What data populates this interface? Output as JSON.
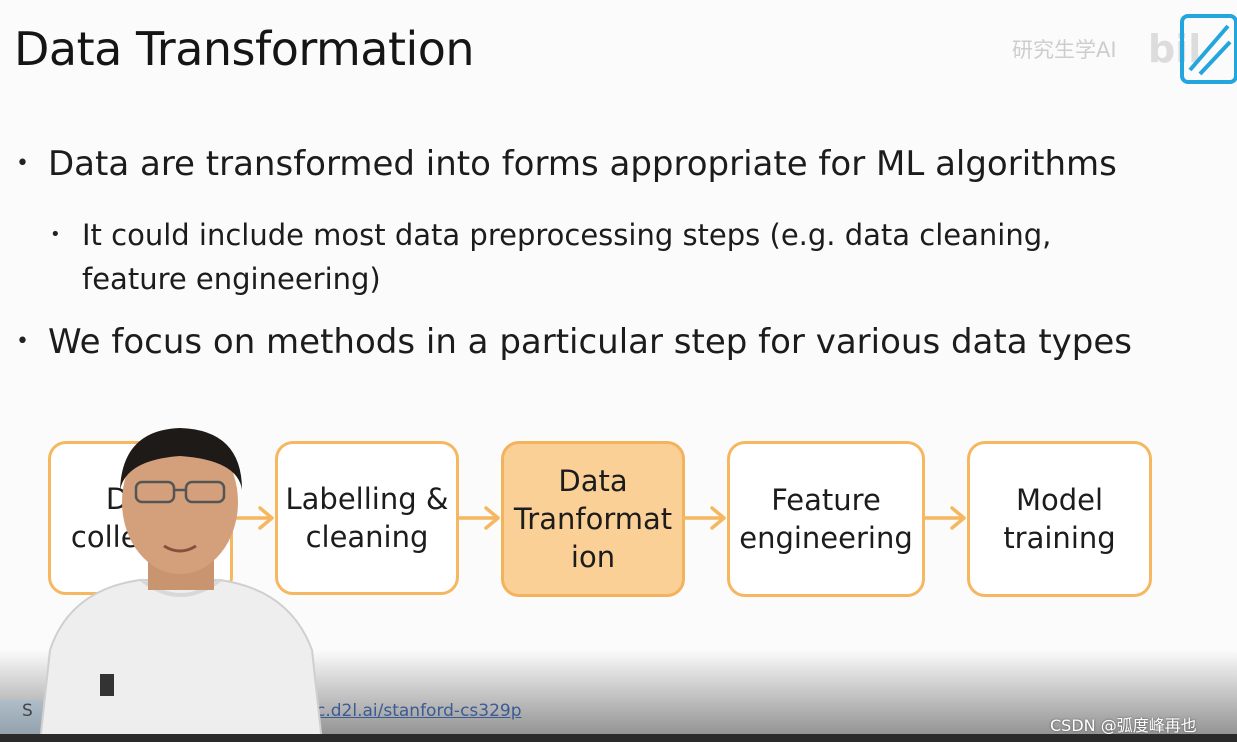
{
  "slide": {
    "title": "Data Transformation",
    "watermark": "研究生学AI",
    "bullets": [
      {
        "text": "Data are transformed into forms appropriate for ML algorithms"
      },
      {
        "text_line1": "It could include most data preprocessing steps (e.g. data cleaning,",
        "text_line2": "feature engineering)"
      },
      {
        "text": "We focus on methods in a particular step for various data types"
      }
    ],
    "pipeline": [
      {
        "line1": "Data",
        "line2": "collection"
      },
      {
        "line1": "Labelling &",
        "line2": "cleaning"
      },
      {
        "line1": "Data",
        "line2": "Tranformat",
        "line3": "ion"
      },
      {
        "line1": "Feature",
        "line2": "engineering"
      },
      {
        "line1": "Model",
        "line2": "training"
      }
    ],
    "link_prefix": "S",
    "link": "c.d2l.ai/stanford-cs329p"
  },
  "overlay": {
    "csdn_watermark": "CSDN @弧度峰再也"
  },
  "colors": {
    "box_border": "#f5b861",
    "active_fill": "#fad097",
    "arrow": "#f5b861"
  },
  "icons": [
    "bilibili-logo-icon",
    "arrow-right-icon"
  ]
}
